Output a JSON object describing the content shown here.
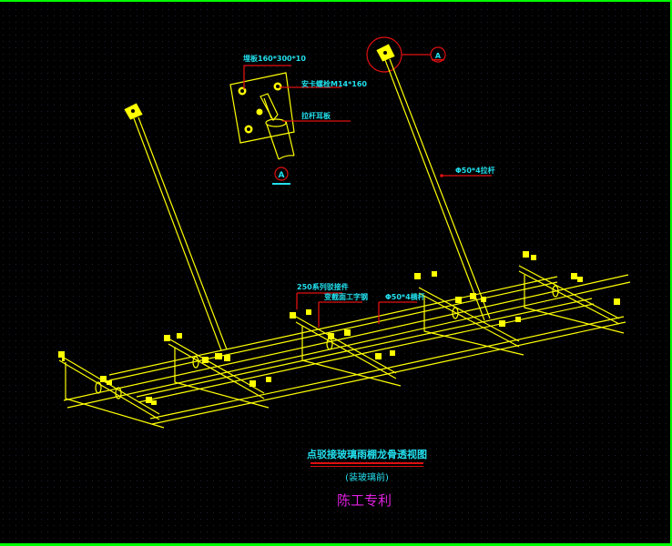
{
  "drawing": {
    "title": "点驳接玻璃雨棚龙骨透视图",
    "subtitle": "(装玻璃前)",
    "author_note": "陈工专利",
    "colors": {
      "background": "#000000",
      "frame": "#00ff00",
      "geometry": "#ffff00",
      "annotation_text": "#22e0ee",
      "leader_lines": "#e01010",
      "author_text": "#e020e0"
    }
  },
  "detail": {
    "marker": "A",
    "callout_marker": "A",
    "labels": {
      "embed_plate": "埋板160*300*10",
      "anchor_bolt": "安卡螺栓M14*160",
      "rod_lug": "拉杆耳板"
    }
  },
  "annotations": {
    "tie_rod": "Φ50*4拉杆",
    "spider_fitting": "250系列驳接件",
    "tapered_beam": "变截面工字钢",
    "cross_bar": "Φ50*4横杆"
  }
}
